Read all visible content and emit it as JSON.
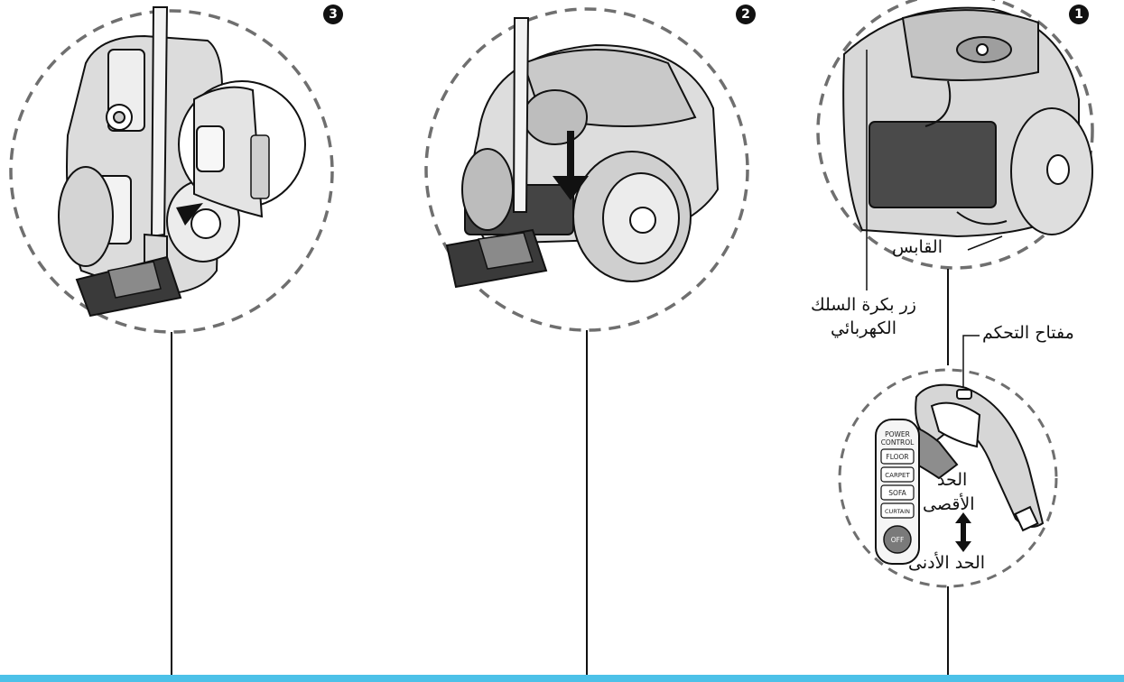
{
  "colors": {
    "accent_bar": "#4cc1e8",
    "ink": "#111111",
    "dash": "#6f6f6f"
  },
  "steps": [
    {
      "number": "3"
    },
    {
      "number": "2"
    },
    {
      "number": "1"
    }
  ],
  "labels": {
    "plug": "القابس",
    "cord_reel_line1": "زر بكرة السلك",
    "cord_reel_line2": "الكهربائي",
    "control_switch": "مفتاح التحكم",
    "max_line1": "الحد",
    "max_line2": "الأقصى",
    "min": "الحد الأدنى"
  },
  "power_control": {
    "title_line1": "POWER",
    "title_line2": "CONTROL",
    "buttons": [
      "FLOOR",
      "CARPET",
      "SOFA",
      "CURTAIN"
    ],
    "off": "OFF"
  }
}
